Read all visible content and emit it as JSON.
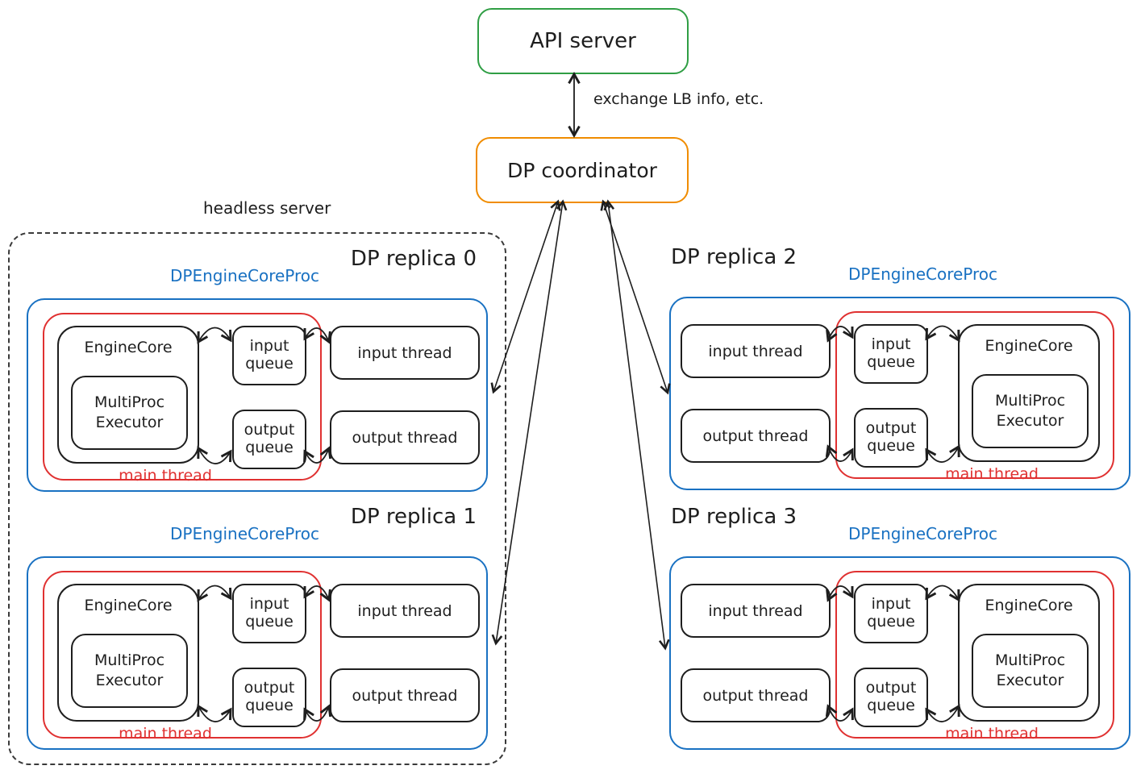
{
  "colors": {
    "green": "#2f9e44",
    "orange": "#f08c00",
    "blue": "#1971c2",
    "red": "#e03131",
    "ink": "#1e1e1e"
  },
  "api_server": {
    "label": "API server"
  },
  "coordinator": {
    "label": "DP coordinator"
  },
  "exchange_label": "exchange LB info, etc.",
  "headless_server_label": "headless server",
  "common": {
    "proc_label": "DPEngineCoreProc",
    "main_thread": "main thread",
    "engine_core": "EngineCore",
    "executor": "MultiProc Executor",
    "input_queue": "input queue",
    "output_queue": "output queue",
    "input_thread": "input thread",
    "output_thread": "output thread"
  },
  "replicas": [
    {
      "title": "DP replica 0"
    },
    {
      "title": "DP replica 1"
    },
    {
      "title": "DP replica 2"
    },
    {
      "title": "DP replica 3"
    }
  ]
}
